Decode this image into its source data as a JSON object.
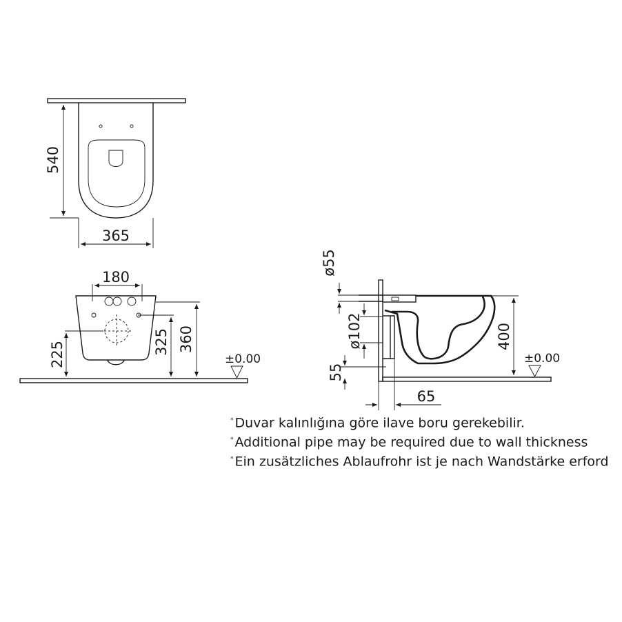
{
  "dimensions": {
    "top_depth": "540",
    "top_width": "365",
    "front_fixing_spacing": "180",
    "front_outlet_height": "225",
    "front_fixing_height": "325",
    "front_total_height": "360",
    "front_floor_level": "±0.00",
    "side_inlet_diameter": "ø55",
    "side_outlet_diameter": "ø102",
    "side_outlet_height": "55",
    "side_wall_offset": "65",
    "side_rim_height": "400",
    "side_floor_level": "±0.00"
  },
  "notes": [
    {
      "marker": "*",
      "text": "Duvar kalınlığına göre ilave boru gerekebilir."
    },
    {
      "marker": "*",
      "text": "Additional pipe may be required due to wall thickness"
    },
    {
      "marker": "*",
      "text": "Ein zusätzliches Ablaufrohr ist je nach Wandstärke erford"
    }
  ]
}
